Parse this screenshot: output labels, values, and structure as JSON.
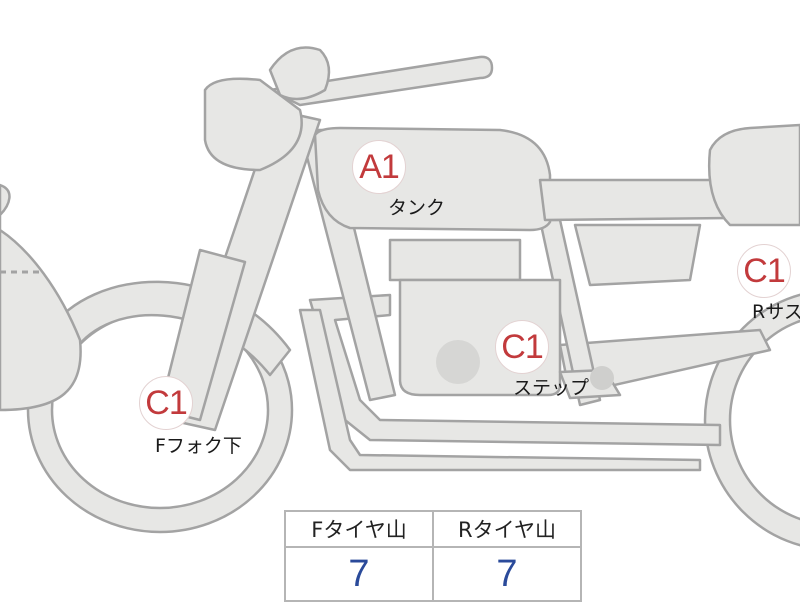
{
  "colors": {
    "part_fill": "#e7e7e5",
    "part_stroke": "#a3a3a3",
    "grade": "#c23a3c",
    "tread_value": "#2a4a9a"
  },
  "parts": [
    {
      "grade": "A1",
      "label": "タンク"
    },
    {
      "grade": "C1",
      "label": "Fフォク下"
    },
    {
      "grade": "C1",
      "label": "ステップ"
    },
    {
      "grade": "C1",
      "label": "Rサス"
    }
  ],
  "tread": {
    "headers": [
      "Fタイヤ山",
      "Rタイヤ山"
    ],
    "values": [
      "7",
      "7"
    ]
  }
}
